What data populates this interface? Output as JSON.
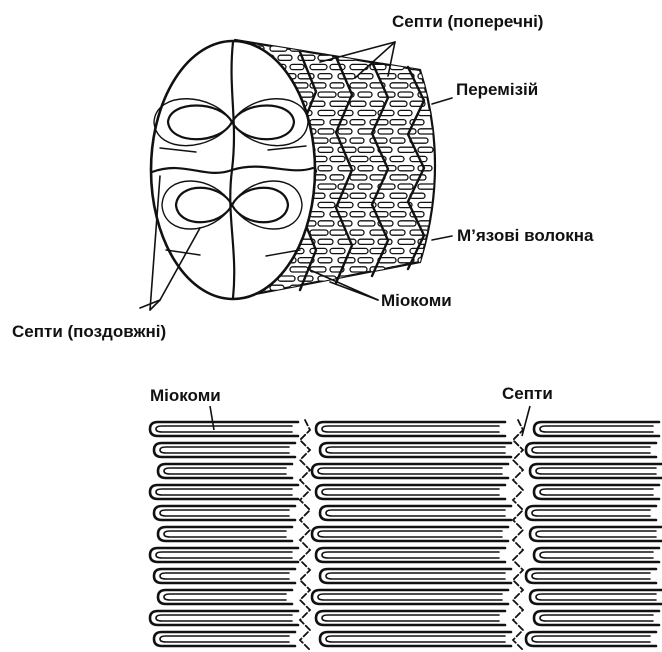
{
  "top_figure": {
    "labels": {
      "septa_transverse": "Септи (поперечні)",
      "perimysium": "Перемізій",
      "muscle_fibers": "М’язові волокна",
      "myocommata": "Міокоми",
      "septa_longitudinal": "Септи (поздовжні)"
    }
  },
  "bottom_figure": {
    "labels": {
      "myocommata": "Міокоми",
      "septa": "Септи"
    }
  },
  "colors": {
    "ink": "#111111",
    "background": "#ffffff"
  }
}
